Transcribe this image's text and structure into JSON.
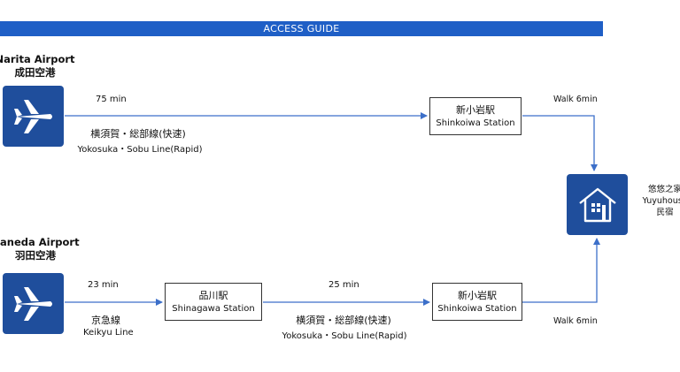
{
  "header": {
    "title": "ACCESS GUIDE"
  },
  "narita": {
    "name_en": "Narita Airport",
    "name_jp": "成田空港",
    "duration": "75 min",
    "line_jp": "横須賀・総部線(快速)",
    "line_en": "Yokosuka・Sobu Line(Rapid)",
    "station_jp": "新小岩駅",
    "station_en": "Shinkoiwa Station",
    "walk": "Walk 6min"
  },
  "haneda": {
    "name_en": "Haneda Airport",
    "name_jp": "羽田空港",
    "duration1": "23 min",
    "line1_jp": "京急線",
    "line1_en": "Keikyu Line",
    "transfer_jp": "品川駅",
    "transfer_en": "Shinagawa Station",
    "duration2": "25 min",
    "line2_jp": "横須賀・総部線(快速)",
    "line2_en": "Yokosuka・Sobu Line(Rapid)",
    "station_jp": "新小岩駅",
    "station_en": "Shinkoiwa Station",
    "walk": "Walk 6min"
  },
  "destination": {
    "name_jp": "悠悠之家",
    "name_en": "Yuyuhouse",
    "type_jp": "民宿"
  },
  "colors": {
    "header": "#1f5fc6",
    "icon_bg": "#1f4e9c",
    "arrow": "#3c6fc9"
  },
  "icons": {
    "airport": "airplane-icon",
    "destination": "house-icon"
  }
}
